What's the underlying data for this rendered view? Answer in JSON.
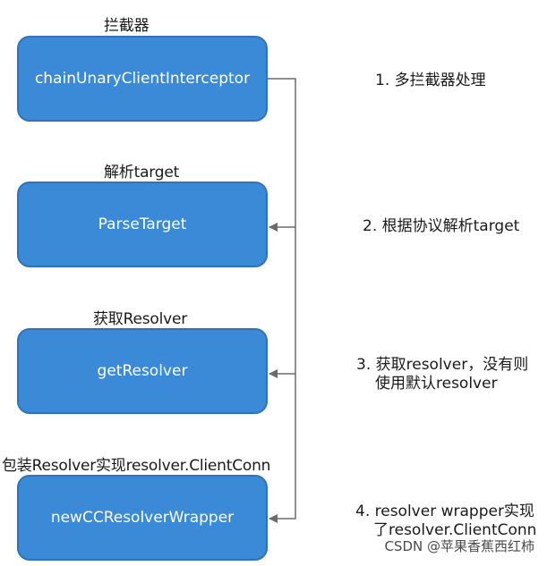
{
  "steps": [
    {
      "title": "拦截器",
      "box": "chainUnaryClientInterceptor",
      "note_lines": [
        "1. 多拦截器处理"
      ]
    },
    {
      "title": "解析target",
      "box": "ParseTarget",
      "note_lines": [
        "2. 根据协议解析target"
      ]
    },
    {
      "title": "获取Resolver",
      "box": "getResolver",
      "note_lines": [
        "3. 获取resolver，没有则",
        "使用默认resolver"
      ]
    },
    {
      "title": "包装Resolver实现resolver.ClientConn",
      "box": "newCCResolverWrapper",
      "note_lines": [
        "4. resolver wrapper实现",
        "了resolver.ClientConn"
      ]
    }
  ],
  "watermark": "CSDN @苹果香蕉西红柿",
  "colors": {
    "box_fill": "#3a8ad8",
    "box_border": "#2f73b6",
    "connector": "#6b6b6b"
  }
}
